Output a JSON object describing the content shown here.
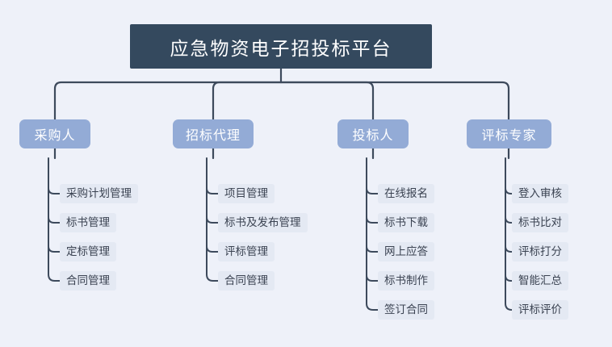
{
  "diagram": {
    "type": "organization-tree",
    "background_color": "#eef1f9",
    "root": {
      "label": "应急物资电子招投标平台",
      "fill_color": "#34495e",
      "text_color": "#ffffff"
    },
    "connector_color": "#3d4a5c",
    "branch_style": {
      "fill_color": "#93abd6",
      "text_color": "#ffffff"
    },
    "leaf_style": {
      "fill_color": "#e4e9f3",
      "text_color": "#3b4352"
    },
    "branches": [
      {
        "label": "采购人",
        "children": [
          {
            "label": "采购计划管理"
          },
          {
            "label": "标书管理"
          },
          {
            "label": "定标管理"
          },
          {
            "label": "合同管理"
          }
        ]
      },
      {
        "label": "招标代理",
        "children": [
          {
            "label": "项目管理"
          },
          {
            "label": "标书及发布管理"
          },
          {
            "label": "评标管理"
          },
          {
            "label": "合同管理"
          }
        ]
      },
      {
        "label": "投标人",
        "children": [
          {
            "label": "在线报名"
          },
          {
            "label": "标书下载"
          },
          {
            "label": "网上应答"
          },
          {
            "label": "标书制作"
          },
          {
            "label": "签订合同"
          }
        ]
      },
      {
        "label": "评标专家",
        "children": [
          {
            "label": "登入审核"
          },
          {
            "label": "标书比对"
          },
          {
            "label": "评标打分"
          },
          {
            "label": "智能汇总"
          },
          {
            "label": "评标评价"
          }
        ]
      }
    ]
  }
}
